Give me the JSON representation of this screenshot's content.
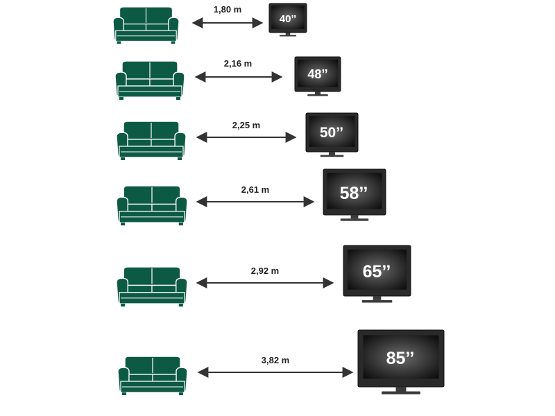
{
  "colors": {
    "sofa": "#0d5a44",
    "sofa_outline": "#ffffff",
    "arrow": "#333333",
    "tv_frame": "#2a2a2a",
    "tv_screen_center": "#6a6a6a",
    "tv_screen_edge": "#101010",
    "tv_stand": "#3a3a3a"
  },
  "rows": [
    {
      "distance": "1,80 m",
      "size": "40’’"
    },
    {
      "distance": "2,16 m",
      "size": "48’’"
    },
    {
      "distance": "2,25 m",
      "size": "50’’"
    },
    {
      "distance": "2,61 m",
      "size": "58’’"
    },
    {
      "distance": "2,92 m",
      "size": "65’’"
    },
    {
      "distance": "3,82 m",
      "size": "85’’"
    }
  ]
}
